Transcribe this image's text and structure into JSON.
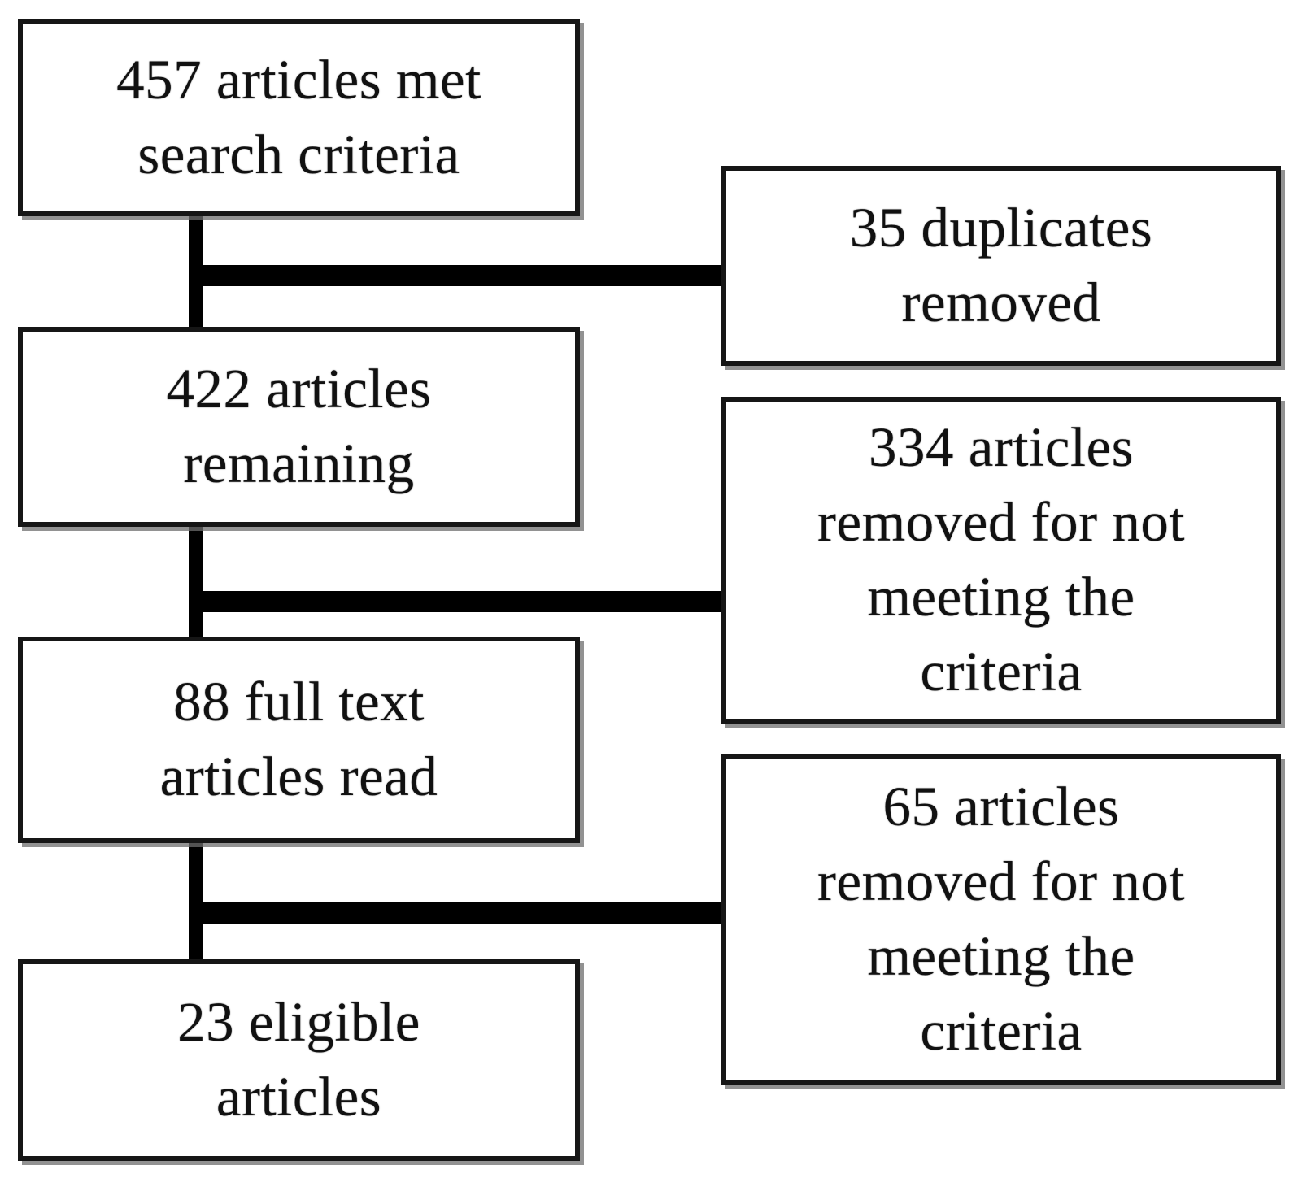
{
  "colors": {
    "background": "#ffffff",
    "box_border": "#161616",
    "connector": "#000000",
    "text": "#111111",
    "box_shadow": "#6e6e6e"
  },
  "flowchart": {
    "main_path": [
      {
        "label": "457 articles met\nsearch criteria"
      },
      {
        "label": "422 articles\nremaining"
      },
      {
        "label": "88 full text\narticles read"
      },
      {
        "label": "23 eligible\narticles"
      }
    ],
    "exclusions": [
      {
        "label": "35 duplicates\nremoved"
      },
      {
        "label": "334 articles\nremoved for not\nmeeting the\ncriteria"
      },
      {
        "label": "65 articles\nremoved for not\nmeeting the\ncriteria"
      }
    ]
  }
}
